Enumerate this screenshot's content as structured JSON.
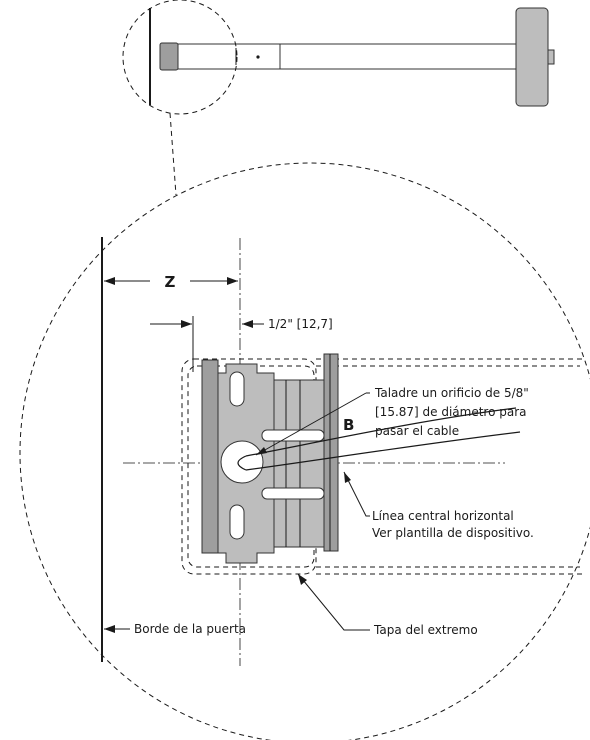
{
  "labels": {
    "z": "Z",
    "b": "B",
    "offset": "1/2\" [12,7]",
    "drill_line1": "Taladre un orificio de 5/8\"",
    "drill_line2": "[15.87] de diámetro para",
    "drill_line3": "pasar el cable",
    "centerline_line1": "Línea central horizontal",
    "centerline_line2": "Ver plantilla de dispositivo.",
    "door_edge": "Borde de la puerta",
    "end_cap": "Tapa del extremo"
  },
  "colors": {
    "line": "#1a1a1a",
    "part_fill": "#bdbdbd",
    "part_dark": "#9e9e9e",
    "background": "#ffffff"
  }
}
